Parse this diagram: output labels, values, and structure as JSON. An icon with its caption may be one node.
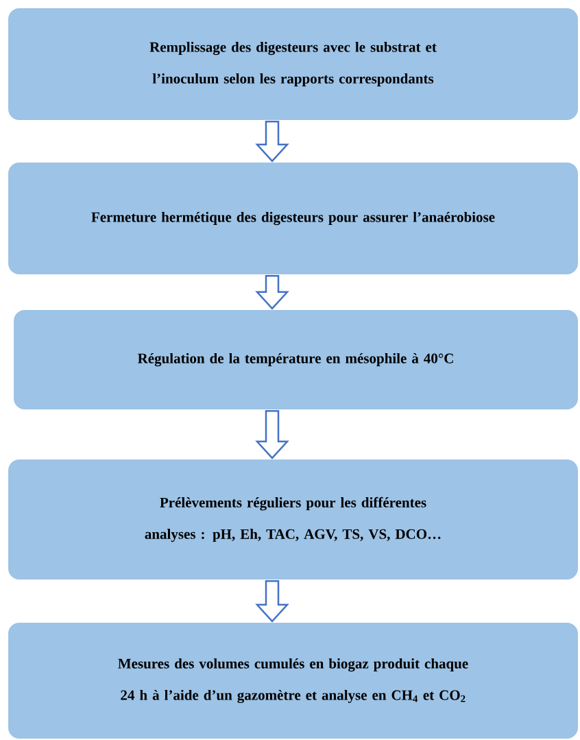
{
  "diagram": {
    "nodes": [
      {
        "text": [
          "Remplissage des digesteurs avec le substrat et l’inoculum selon les rapports correspondants"
        ]
      },
      {
        "text": [
          "Fermeture hermétique des digesteurs pour assurer l’anaérobiose"
        ]
      },
      {
        "text": [
          "Régulation de la température en mésophile à 40°C"
        ]
      },
      {
        "text": [
          "Prélèvements réguliers pour les différentes analyses : pH, Eh, TAC, AGV, TS, VS, DCO…"
        ]
      },
      {
        "text": [
          "Mesures des volumes cumulés en biogaz produit chaque 24 h à l’aide d’un gazomètre et analyse en CH$_{4}$ et CO$_{2}$"
        ]
      }
    ],
    "edges": [
      {
        "from": 0,
        "to": 1,
        "arrow": "to"
      },
      {
        "from": 1,
        "to": 2,
        "arrow": "to"
      },
      {
        "from": 2,
        "to": 3,
        "arrow": "to"
      },
      {
        "from": 3,
        "to": 4,
        "arrow": "to"
      }
    ]
  }
}
